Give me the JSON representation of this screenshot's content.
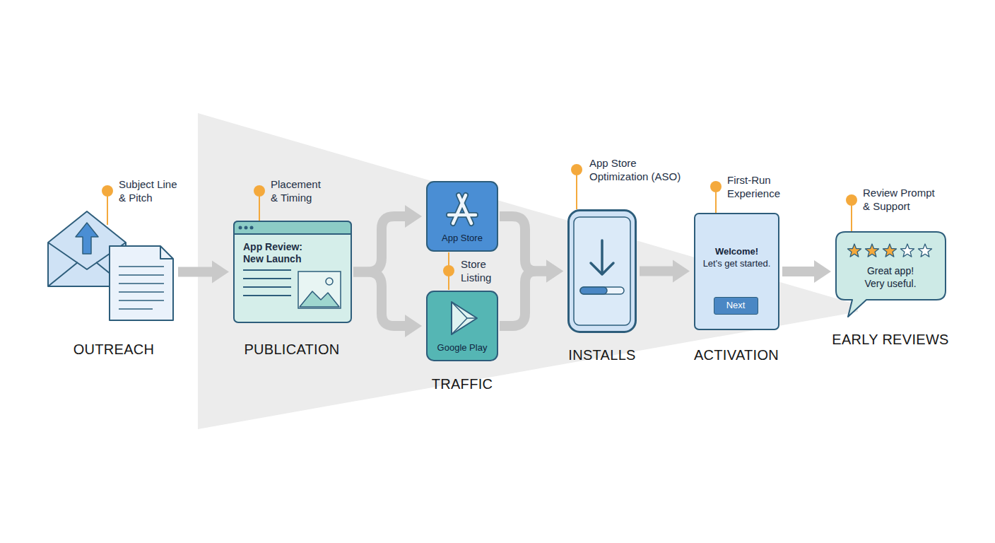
{
  "diagram": {
    "nodes": [
      {
        "text": [
          "OUTREACH"
        ]
      },
      {
        "text": [
          "App Review: New Launch",
          "PUBLICATION"
        ]
      },
      {
        "text": [
          "App Store"
        ]
      },
      {
        "text": [
          "Google Play"
        ]
      },
      {
        "text": [
          "INSTALLS"
        ]
      },
      {
        "text": [
          "Welcome!",
          "Let's get started.",
          "ACTIVATION"
        ]
      },
      {
        "text": [
          "Next"
        ],
        "in": 5
      },
      {
        "text": [
          "Great app! Very useful.",
          "EARLY REVIEWS"
        ]
      }
    ],
    "edges": [
      {
        "from": 0,
        "to": 1,
        "arrow": "to"
      },
      {
        "from": 1,
        "to": 2,
        "arrow": "to"
      },
      {
        "from": 1,
        "to": 3,
        "arrow": "to"
      },
      {
        "from": 2,
        "to": 4,
        "arrow": "to"
      },
      {
        "from": 3,
        "to": 4,
        "arrow": "to"
      },
      {
        "from": 4,
        "to": 5,
        "arrow": "to"
      },
      {
        "from": 5,
        "to": 7,
        "arrow": "to"
      }
    ],
    "labels": [
      "Subject Line & Pitch",
      "Placement & Timing",
      "Store Listing",
      "TRAFFIC",
      "App Store Optimization (ASO)",
      "First-Run Experience",
      "Review Prompt & Support"
    ]
  }
}
